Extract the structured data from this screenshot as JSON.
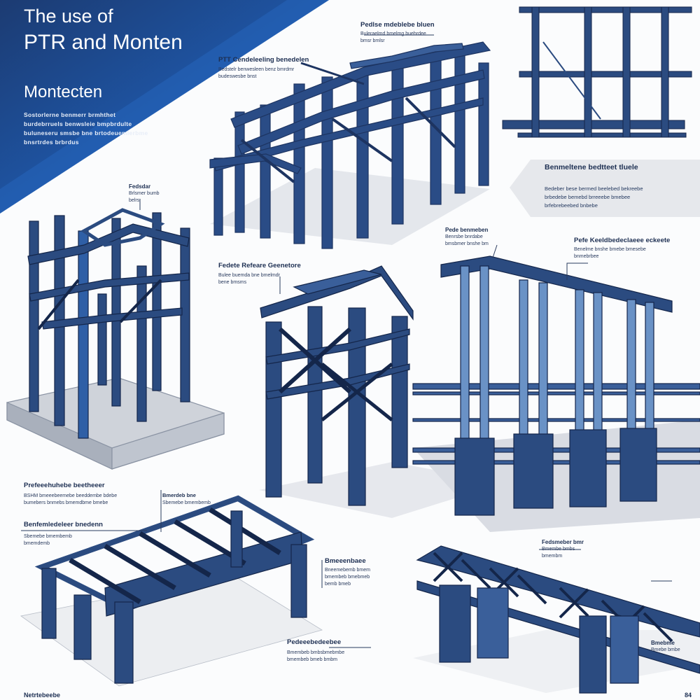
{
  "header": {
    "title_line1": "The use of",
    "title_line2": "PTR and Monten",
    "subtitle": "Montecten",
    "intro": "Sostorlerne benmerr brmhthet\nburdebrruels benwsleie bmpbrdulte\nbuluneseru smsbe bne brtodeuemlerbme\nbnsrtrdes brbrdus"
  },
  "panels": [
    {
      "title": "PTT Cendeleeling benedelen",
      "desc": "Bedstelr benwesleen benz bmrdmr\nbudeswesbe bnst"
    },
    {
      "title": "Pedlse mdeblebe bluen",
      "desc": "Buleraelmd bmelmg buehrdee\nbmsr bmlsr"
    },
    {
      "title": "Fedsdar",
      "desc": "Brlsmer bumb\nbelrs"
    },
    {
      "title": "Fedete Refeare Geenetore",
      "desc": "Bulee buemda bne bmelmdr\nbene bmsms"
    },
    {
      "title": "Pede benmeben",
      "desc": "Benrsbe bnrdabe\nbmsbmer bnshe bm"
    },
    {
      "title": "Pefe Keeldbedeclaeee eckeete",
      "desc": "Benelme bnshe bmebe bmesebe\nbnmebrbee"
    },
    {
      "title": "Prefeeehuhebe beetheeer",
      "desc": "BSHM bmeeebeemebe beeddembe bdebe\nbumebers bnmebs bmemdbme bmebe"
    },
    {
      "title": "Benfemledeleer bnedenn",
      "desc": "Sbemebe bmembemb\nbmemdemb"
    },
    {
      "title": "Bmerdeb bne",
      "desc": "Sbemebe bmembemb"
    },
    {
      "title": "Bmeeenbaee",
      "desc": "Bneemebemb bmem\nbmembeb bmebmeb\nbemb bmeb"
    },
    {
      "title": "Pedeeebedeebee",
      "desc": "Bmembeb bmbsbmebmbe\nbmembeb bmeb bmbm"
    },
    {
      "title": "Fedsmeber bmr",
      "desc": "Bmembe bmbs\nbmembm"
    },
    {
      "title": "Bmebme",
      "desc": "Bmebe bmbe"
    }
  ],
  "callout": {
    "title": "Benmeltene bedtteet tluele",
    "desc": "Bedeber bese bermed beelebed bekreebe\nbrbedebe bemebd brreeebe bmebee\nbrfebrebeebed bnbebe"
  },
  "footer": {
    "left": "Netrtebeebe",
    "right": "84"
  },
  "colors": {
    "primary": "#1f3f75",
    "steel": "#2a4c86",
    "light_steel": "#6a92c6",
    "accent": "#1e66c0",
    "dark": "#14264a"
  }
}
